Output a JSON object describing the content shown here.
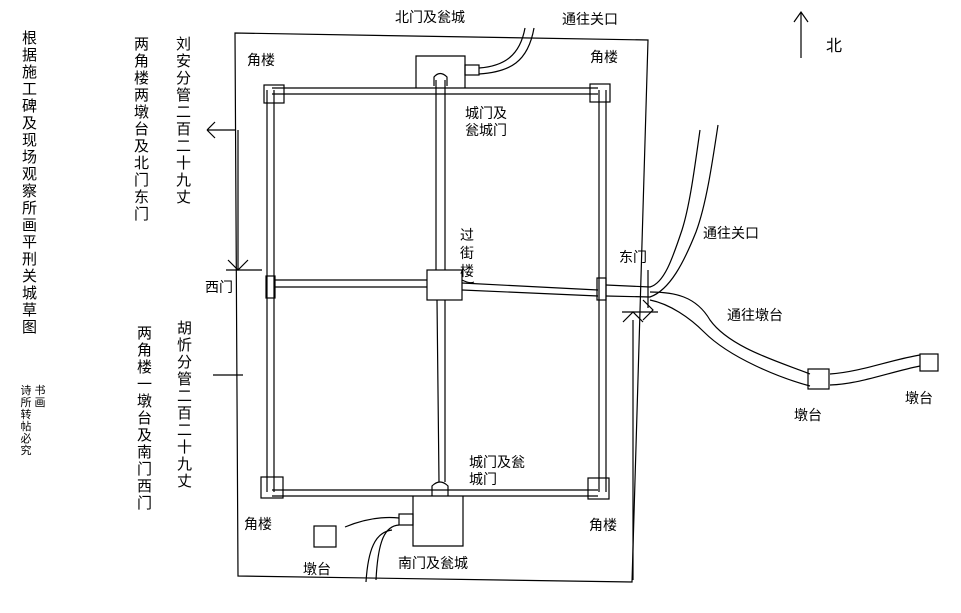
{
  "title_vertical": "根据施工碑及现场观察所画平刑关城草图",
  "copyright_col1": "书画",
  "copyright_col2": "诗所转帖必究",
  "north_label": "北",
  "labels": {
    "north_gate_wengcheng": "北门及瓮城",
    "to_pass_top": "通往关口",
    "to_pass_right": "通往关口",
    "to_watchtower": "通往墩台",
    "corner_nw": "角楼",
    "corner_ne": "角楼",
    "corner_sw": "角楼",
    "corner_se": "角楼",
    "gate_wengcheng_north_1": "城门及",
    "gate_wengcheng_north_2": "瓮城门",
    "gate_wengcheng_south_1": "城门及瓮",
    "gate_wengcheng_south_2": "城门",
    "street_tower_1": "过",
    "street_tower_2": "街",
    "street_tower_3": "楼",
    "west_gate": "西门",
    "east_gate": "东门",
    "watchtower_left": "墩台",
    "watchtower_right": "墩台",
    "watchtower_south": "墩台",
    "south_gate_wengcheng": "南门及瓮城"
  },
  "vertical_notes": {
    "upper_col_right": "刘安分管二百二十九丈",
    "upper_col_left": "两角楼两墩台及北门东门",
    "lower_col_right": "胡忻分管二百二十九丈",
    "lower_col_left": "两角楼一墩台及南门西门"
  }
}
